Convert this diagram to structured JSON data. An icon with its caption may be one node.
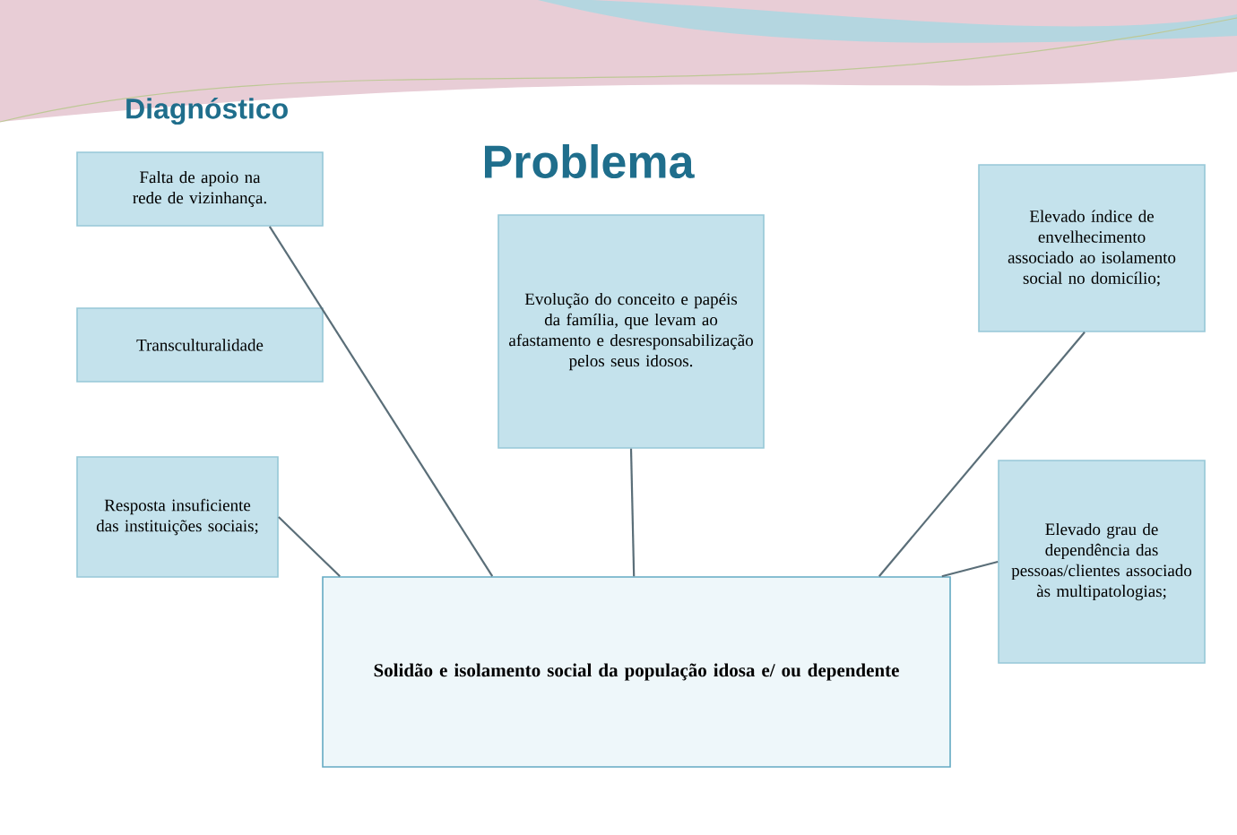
{
  "diagram": {
    "title": "Problema",
    "nodes": [
      {
        "text": [
          "Falta de apoio na rede  de vizinhança."
        ]
      },
      {
        "text": [
          "Transculturalidade"
        ]
      },
      {
        "text": [
          "Resposta insuficiente das instituições sociais;"
        ]
      },
      {
        "text": [
          "Evolução do conceito e papéis da família, que levam ao afastamento e desresponsabilização pelos seus idosos."
        ]
      },
      {
        "text": [
          "Elevado índice de envelhecimento associado ao isolamento social no domicílio;"
        ]
      },
      {
        "text": [
          "Elevado grau de dependência das pessoas/clientes associado às multipatologias;"
        ]
      },
      {
        "text": [
          "Solidão e isolamento social da população idosa e/ ou dependente"
        ]
      }
    ],
    "edges": [
      {
        "from": 0,
        "to": 6,
        "arrow": "none"
      },
      {
        "from": 2,
        "to": 6,
        "arrow": "none"
      },
      {
        "from": 3,
        "to": 6,
        "arrow": "none"
      },
      {
        "from": 4,
        "to": 6,
        "arrow": "none"
      },
      {
        "from": 5,
        "to": 6,
        "arrow": "none"
      }
    ],
    "labels": [
      "Diagnóstico"
    ]
  }
}
